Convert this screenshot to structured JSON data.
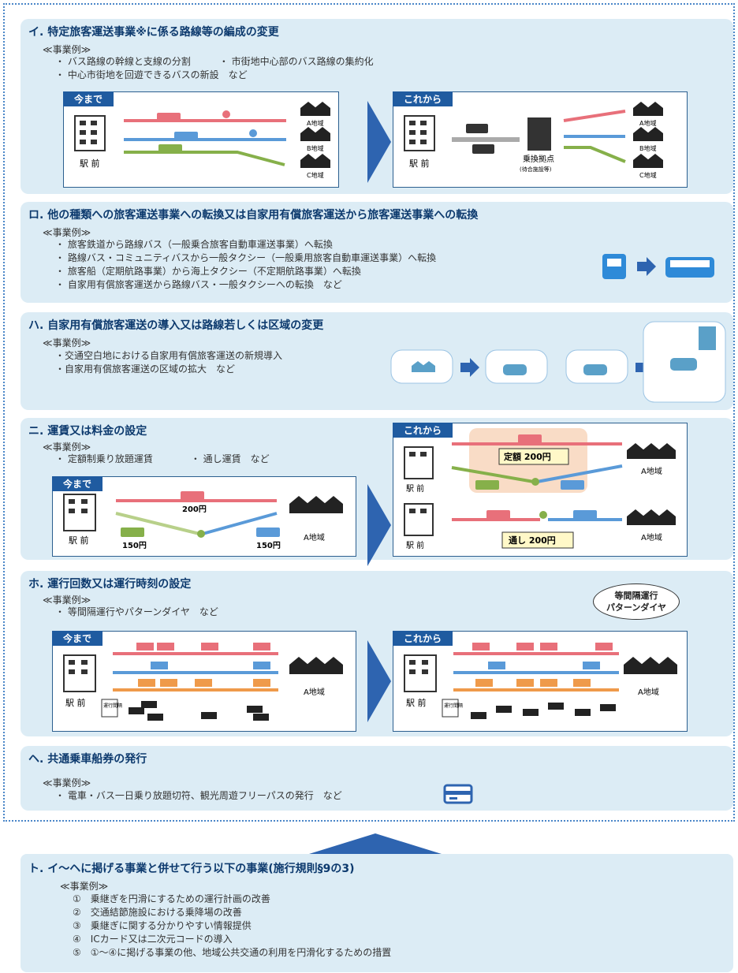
{
  "sections": {
    "i": {
      "title": "イ. 特定旅客運送事業※に係る路線等の編成の変更",
      "example_label": "≪事業例≫",
      "examples": [
        "・ バス路線の幹線と支線の分割　　　・ 市街地中心部のバス路線の集約化",
        "・ 中心市街地を回遊できるバスの新設　など"
      ],
      "before_label": "今まで",
      "after_label": "これから",
      "station": "駅 前",
      "areas": [
        "A地域",
        "B地域",
        "C地域"
      ],
      "hub": "乗換拠点",
      "hub_sub": "(待合施設等)"
    },
    "ro": {
      "title": "ロ. 他の種類への旅客運送事業への転換又は自家用有償旅客運送から旅客運送事業への転換",
      "example_label": "≪事業例≫",
      "examples": [
        "・ 旅客鉄道から路線バス（一般乗合旅客自動車運送事業）へ転換",
        "・ 路線バス・コミュニティバスから一般タクシー（一般乗用旅客自動車運送事業）へ転換",
        "・ 旅客船（定期航路事業）から海上タクシー（不定期航路事業）へ転換",
        "・ 自家用有償旅客運送から路線バス・一般タクシーへの転換　など"
      ]
    },
    "ha": {
      "title": "ハ. 自家用有償旅客運送の導入又は路線若しくは区域の変更",
      "example_label": "≪事業例≫",
      "examples": [
        "・交通空白地における自家用有償旅客運送の新規導入",
        "・自家用有償旅客運送の区域の拡大　など"
      ]
    },
    "ni": {
      "title": "ニ. 運賃又は料金の設定",
      "example_label": "≪事業例≫",
      "examples": [
        "・ 定額制乗り放題運賃　　　　・ 通し運賃　など"
      ],
      "before_label": "今まで",
      "after_label": "これから",
      "station": "駅 前",
      "area": "A地域",
      "fare_200": "200円",
      "fare_150a": "150円",
      "fare_150b": "150円",
      "flat": "定額 200円",
      "through": "通し 200円"
    },
    "ho": {
      "title": "ホ. 運行回数又は運行時刻の設定",
      "example_label": "≪事業例≫",
      "examples": [
        "・ 等間隔運行やパターンダイヤ　など"
      ],
      "before_label": "今まで",
      "after_label": "これから",
      "station": "駅 前",
      "area": "A地域",
      "interval_tag": "運行間隔",
      "bubble_1": "等間隔運行",
      "bubble_2": "パターンダイヤ"
    },
    "he": {
      "title": "ヘ. 共通乗車船券の発行",
      "example_label": "≪事業例≫",
      "examples": [
        "・ 電車・バス一日乗り放題切符、観光周遊フリーパスの発行　など"
      ]
    }
  },
  "to": {
    "title": "ト. イ～ヘに掲げる事業と併せて行う以下の事業(施行規則§9の3)",
    "example_label": "≪事業例≫",
    "items": [
      "①　乗継ぎを円滑にするための運行計画の改善",
      "②　交通結節施設における乗降場の改善",
      "③　乗継ぎに関する分かりやすい情報提供",
      "④　ICカード又は二次元コードの導入",
      "⑤　①～④に掲げる事業の他、地域公共交通の利用を円滑化するための措置"
    ]
  },
  "colors": {
    "red": "#e8707a",
    "blue": "#5a9ad8",
    "green": "#86b04a",
    "orange": "#ef9a4a",
    "navy": "#1f5ba0"
  }
}
